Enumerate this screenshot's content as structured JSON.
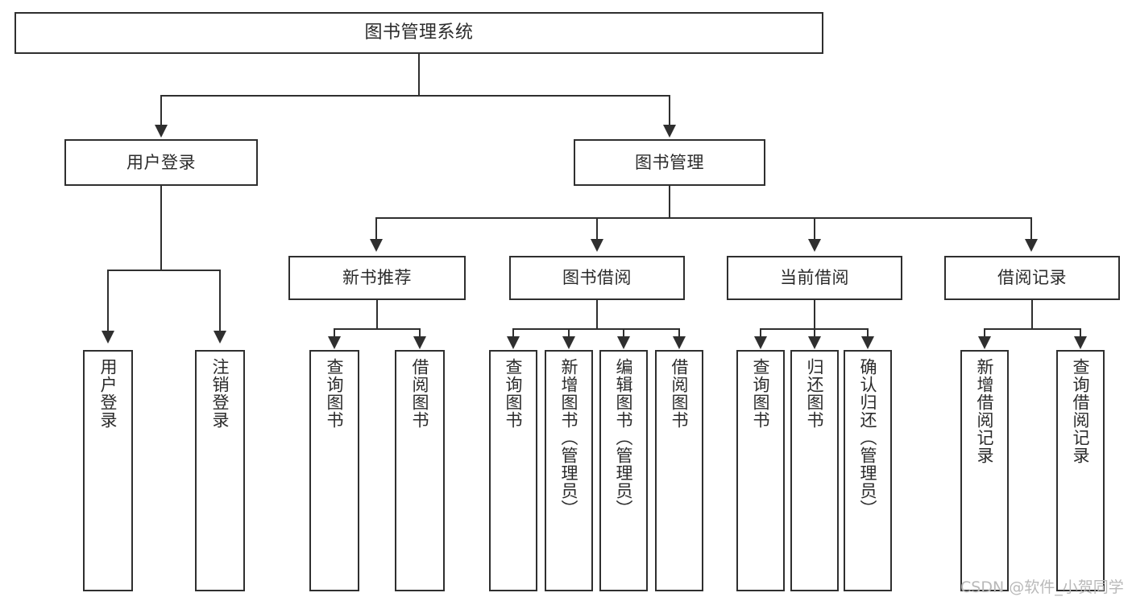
{
  "diagram": {
    "type": "tree",
    "title": "图书管理系统",
    "root": {
      "label": "图书管理系统"
    },
    "level2": [
      {
        "label": "用户登录"
      },
      {
        "label": "图书管理"
      }
    ],
    "level3": [
      {
        "label": "新书推荐"
      },
      {
        "label": "图书借阅"
      },
      {
        "label": "当前借阅"
      },
      {
        "label": "借阅记录"
      }
    ],
    "leaves": {
      "user_login": [
        {
          "label": "用户登录"
        },
        {
          "label": "注销登录"
        }
      ],
      "new_book_recommend": [
        {
          "label": "查询图书"
        },
        {
          "label": "借阅图书"
        }
      ],
      "book_borrow": [
        {
          "label": "查询图书"
        },
        {
          "label": "新增图书（管理员）"
        },
        {
          "label": "编辑图书（管理员）"
        },
        {
          "label": "借阅图书"
        }
      ],
      "current_borrow": [
        {
          "label": "查询图书"
        },
        {
          "label": "归还图书"
        },
        {
          "label": "确认归还（管理员）"
        }
      ],
      "borrow_record": [
        {
          "label": "新增借阅记录"
        },
        {
          "label": "查询借阅记录"
        }
      ]
    }
  },
  "watermark": {
    "text": "CSDN @软件_小贺同学"
  },
  "colors": {
    "stroke": "#2f2f2f",
    "background": "#ffffff",
    "text": "#2b2b2b",
    "watermark": "#b9b9b9"
  }
}
